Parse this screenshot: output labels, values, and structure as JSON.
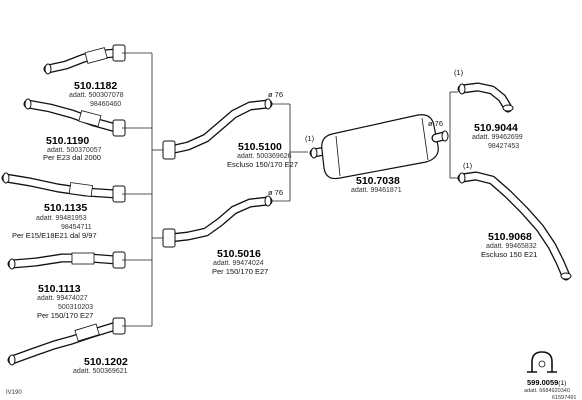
{
  "parts": {
    "p1182": {
      "number": "510.1182",
      "adatt_1": "adatt. 500307078",
      "adatt_2": "98460460"
    },
    "p1190": {
      "number": "510.1190",
      "adatt_1": "adatt. 500370057",
      "note": "Per E23 dal 2000"
    },
    "p1135": {
      "number": "510.1135",
      "adatt_1": "adatt. 99481953",
      "adatt_2": "98454711",
      "note": "Per E15/E18E21 dal 9/97"
    },
    "p1113": {
      "number": "510.1113",
      "adatt_1": "adatt. 99474027",
      "adatt_2": "500310203",
      "note": "Per 150/170 E27"
    },
    "p1202": {
      "number": "510.1202",
      "adatt_1": "adatt. 500369621"
    },
    "p5100": {
      "number": "510.5100",
      "adatt_1": "adatt. 500369626",
      "note": "Escluso 150/170 E27",
      "diameter": "ø 76"
    },
    "p5016": {
      "number": "510.5016",
      "adatt_1": "adatt. 99474024",
      "note": "Per 150/170 E27",
      "diameter": "ø 76"
    },
    "p7038": {
      "number": "510.7038",
      "adatt_1": "adatt. 99461871",
      "diameter": "ø 76",
      "marker": "(1)"
    },
    "p9044": {
      "number": "510.9044",
      "adatt_1": "adatt. 99462699",
      "adatt_2": "98427453",
      "marker": "(1)"
    },
    "p9068": {
      "number": "510.9068",
      "adatt_1": "adatt. 99465832",
      "note": "Escluso 150 E21",
      "marker": "(1)"
    },
    "p0059": {
      "number": "599.0059",
      "suffix": "(1)",
      "adatt_1": "adatt. 6684920340",
      "adatt_2": "61597491"
    }
  },
  "footer": {
    "code": "IV190"
  },
  "colors": {
    "line": "#111111",
    "background": "#ffffff",
    "text_muted": "#333333"
  }
}
